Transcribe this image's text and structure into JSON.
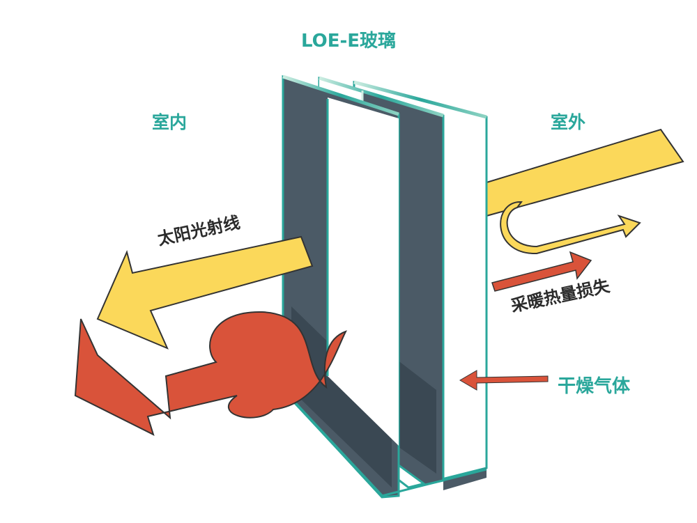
{
  "title": "LOE-E玻璃",
  "labels": {
    "indoor": "室内",
    "outdoor": "室外",
    "solar_rays": "太阳光射线",
    "heating_heat_loss": "采暖热量损失",
    "dry_gas": "干燥气体"
  },
  "colors": {
    "teal": "#2aa79b",
    "glass_dark": "#4b5a66",
    "glass_shadow": "#2e3a44",
    "yellow": "#fbd85a",
    "red": "#d9533a",
    "outline": "#333333",
    "text_dark": "#2b2b2b"
  }
}
